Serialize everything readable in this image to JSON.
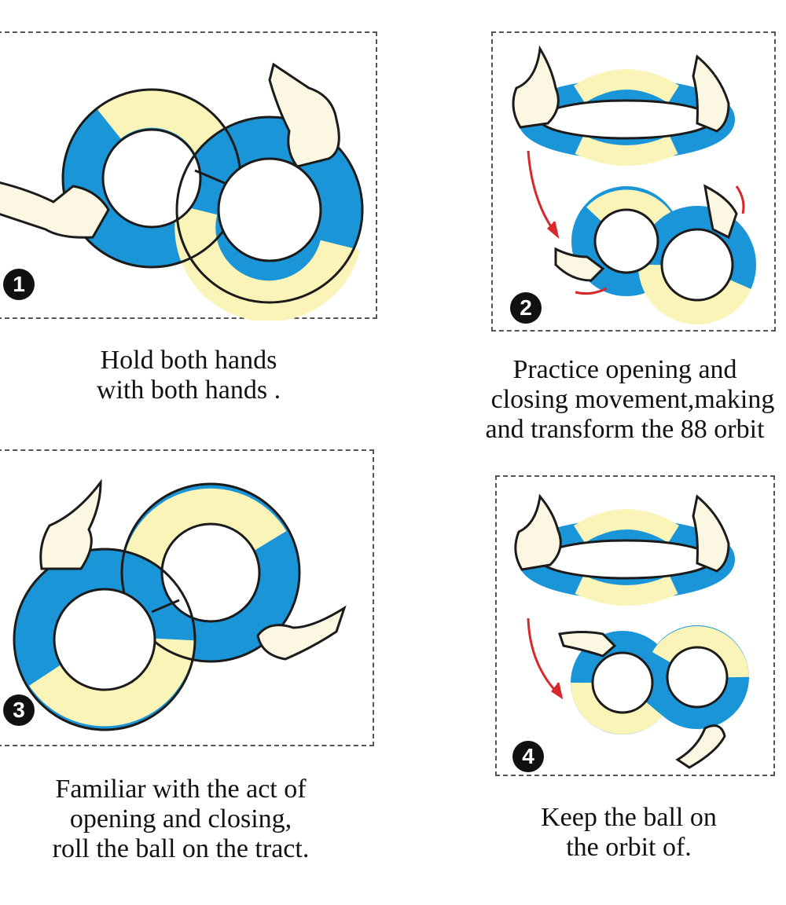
{
  "colors": {
    "blue": "#1a95d7",
    "cream": "#fbf4b8",
    "outline": "#1b1b1b",
    "hand": "#fbf7e2",
    "arrow": "#d8282a",
    "panel_border": "#555555"
  },
  "steps": [
    {
      "number": "1",
      "lines": [
        "Hold both hands",
        "with both hands ."
      ]
    },
    {
      "number": "2",
      "lines": [
        "Practice opening and",
        "closing movement,making",
        "and transform the 88 orbit"
      ]
    },
    {
      "number": "3",
      "lines": [
        "Familiar with the act of",
        "opening and closing,",
        "roll the ball on the tract."
      ]
    },
    {
      "number": "4",
      "lines": [
        "Keep the ball on",
        "the orbit of."
      ]
    }
  ],
  "icons": [
    "left-hand-icon",
    "right-hand-icon",
    "infinity-track-icon",
    "open-track-icon",
    "curved-arrow-icon"
  ]
}
